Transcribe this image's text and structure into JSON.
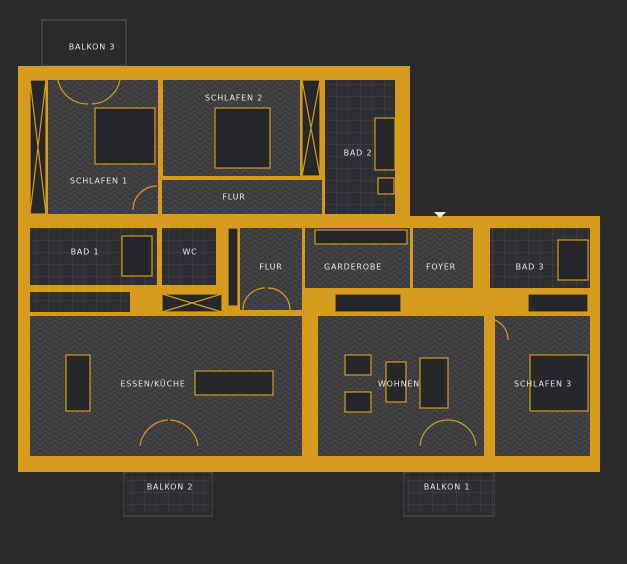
{
  "colors": {
    "background": "#2b2b2b",
    "walls": "#d49b1c",
    "floor": "#3b3b3d",
    "furniture_fill": "#26272b"
  },
  "rooms": {
    "balkon3": "BALKON 3",
    "schlafen2": "SCHLAFEN 2",
    "bad2": "BAD 2",
    "schlafen1": "SCHLAFEN 1",
    "flur_top": "FLUR",
    "bad1": "BAD 1",
    "wc": "WC",
    "flur_mid": "FLUR",
    "garderobe": "GARDEROBE",
    "foyer": "FOYER",
    "bad3": "BAD 3",
    "essen_kueche": "ESSEN/KÜCHE",
    "wohnen": "WOHNEN",
    "schlafen3": "SCHLAFEN 3",
    "balkon2": "BALKON 2",
    "balkon1": "BALKON 1"
  }
}
